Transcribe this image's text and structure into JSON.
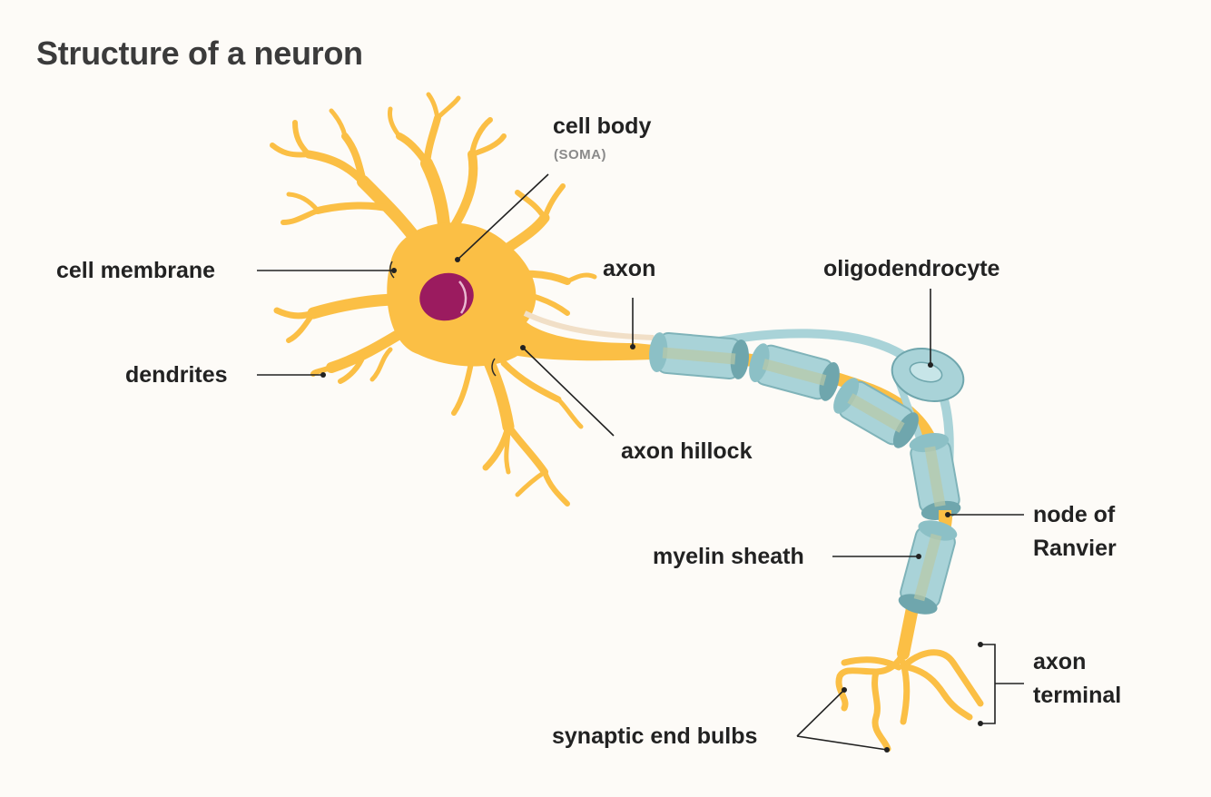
{
  "title": "Structure of a neuron",
  "labels": {
    "cell_body": "cell body",
    "soma": "(SOMA)",
    "cell_membrane": "cell membrane",
    "dendrites": "dendrites",
    "axon": "axon",
    "oligodendrocyte": "oligodendrocyte",
    "axon_hillock": "axon hillock",
    "node_of_ranvier_line1": "node of",
    "node_of_ranvier_line2": "Ranvier",
    "myelin_sheath": "myelin sheath",
    "axon_terminal_line1": "axon",
    "axon_terminal_line2": "terminal",
    "synaptic_end_bulbs": "synaptic end bulbs"
  },
  "colors": {
    "neuron": "#fbbf45",
    "nucleus": "#9b1b5f",
    "myelin": "#a9d3d8",
    "myelin_dark": "#6fa6ad",
    "label_text": "#222222",
    "title_text": "#3b3b3b",
    "background": "#fdfbf7"
  }
}
